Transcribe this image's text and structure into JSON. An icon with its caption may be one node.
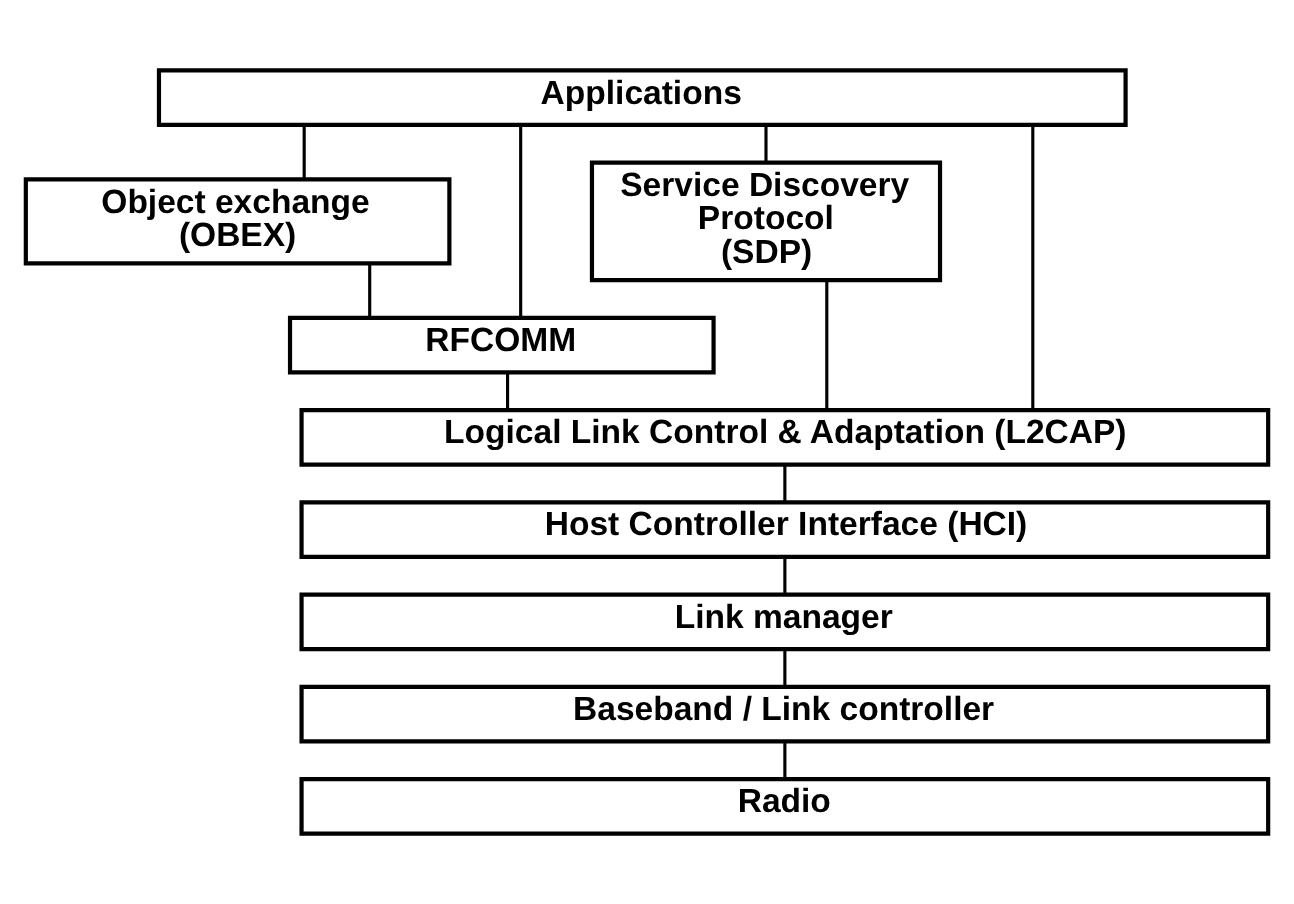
{
  "diagram": {
    "nodes": [
      {
        "text": [
          "Applications"
        ]
      },
      {
        "text": [
          "Object exchange (OBEX)"
        ]
      },
      {
        "text": [
          "Service Discovery Protocol (SDP)"
        ]
      },
      {
        "text": [
          "RFCOMM"
        ]
      },
      {
        "text": [
          "Logical Link Control & Adaptation (L2CAP)"
        ]
      },
      {
        "text": [
          "Host Controller Interface (HCI)"
        ]
      },
      {
        "text": [
          "Link manager"
        ]
      },
      {
        "text": [
          "Baseband / Link controller"
        ]
      },
      {
        "text": [
          "Radio"
        ]
      }
    ],
    "edges": [
      {
        "from": 0,
        "to": 1,
        "arrow": "none"
      },
      {
        "from": 0,
        "to": 3,
        "arrow": "none"
      },
      {
        "from": 0,
        "to": 4,
        "arrow": "none"
      },
      {
        "from": 0,
        "to": 2,
        "arrow": "none"
      },
      {
        "from": 1,
        "to": 3,
        "arrow": "none"
      },
      {
        "from": 3,
        "to": 4,
        "arrow": "none"
      },
      {
        "from": 2,
        "to": 4,
        "arrow": "none"
      },
      {
        "from": 4,
        "to": 5,
        "arrow": "none"
      },
      {
        "from": 5,
        "to": 6,
        "arrow": "none"
      },
      {
        "from": 6,
        "to": 7,
        "arrow": "none"
      },
      {
        "from": 7,
        "to": 8,
        "arrow": "none"
      }
    ]
  }
}
